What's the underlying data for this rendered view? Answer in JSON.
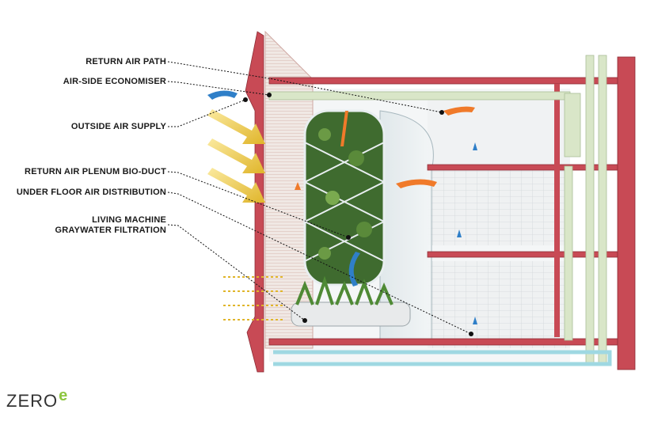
{
  "labels": {
    "return_air_path": "RETURN AIR PATH",
    "air_side_economiser": "AIR-SIDE ECONOMISER",
    "outside_air_supply": "OUTSIDE AIR SUPPLY",
    "return_air_plenum": "RETURN AIR PLENUM BIO-DUCT",
    "under_floor_air": "UNDER FLOOR AIR DISTRIBUTION",
    "living_machine_line1": "LIVING MACHINE",
    "living_machine_line2": "GRAYWATER FILTRATION"
  },
  "logo": {
    "text": "ZERO",
    "superscript": "e"
  },
  "colors": {
    "structure_red": "#c84a55",
    "outside_air_yellow": "#e0b52a",
    "return_air_orange": "#f07a2a",
    "supply_blue": "#2f7fc8",
    "duct_green": "#d9e6c8",
    "water_cyan": "#9fd8e2",
    "logo_green": "#8dc63f"
  }
}
